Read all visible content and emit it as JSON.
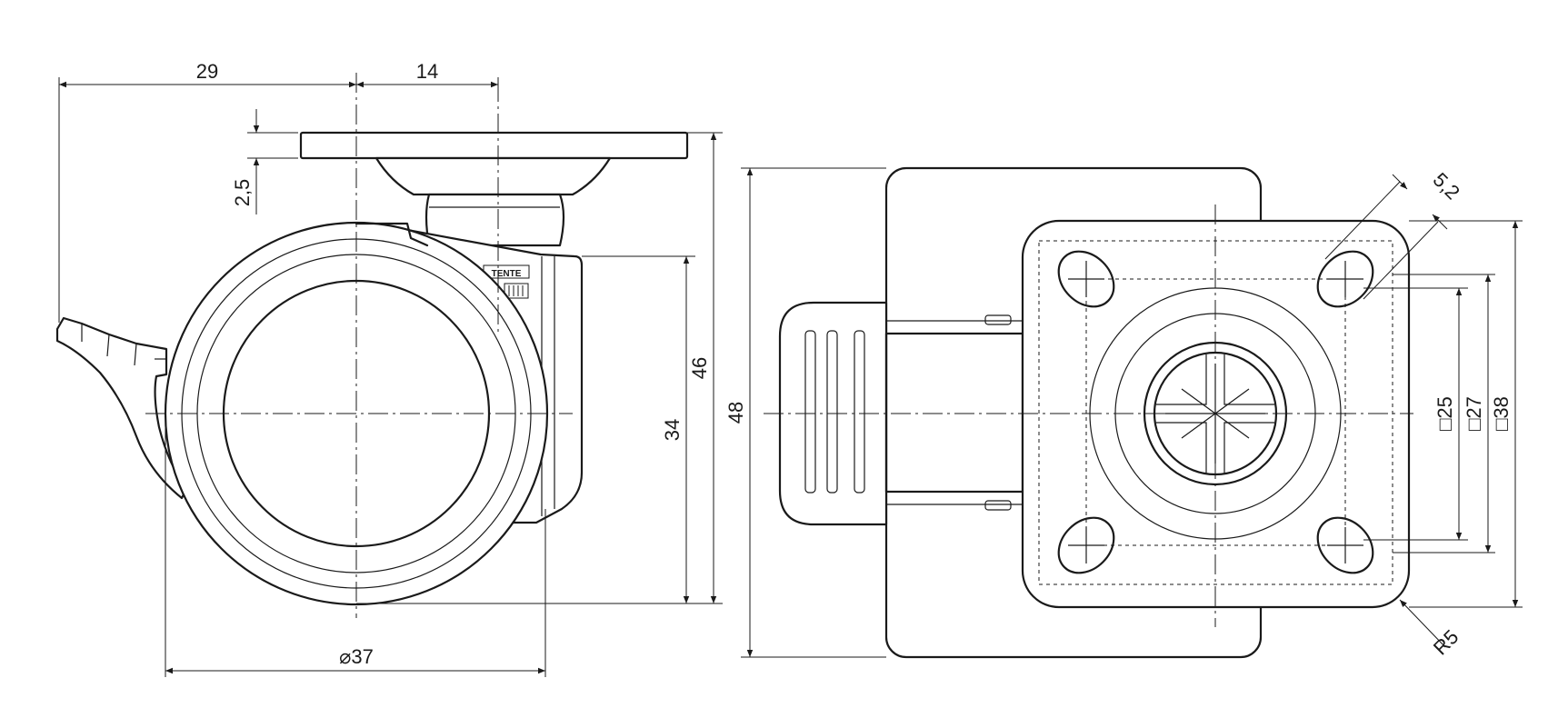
{
  "figure": {
    "side_view": {
      "dim_offset_left": "29",
      "dim_offset_right": "14",
      "dim_plate_thickness": "2,5",
      "dim_wheel_diameter": "⌀37",
      "dim_wheel_height": "34",
      "dim_total_height": "46",
      "brand_mark": "TENTE"
    },
    "top_view": {
      "dim_total_length": "48",
      "dim_hole_diameter": "5,2",
      "dim_square_25": "□25",
      "dim_square_27": "□27",
      "dim_square_38": "□38",
      "dim_corner_radius": "R5"
    }
  }
}
